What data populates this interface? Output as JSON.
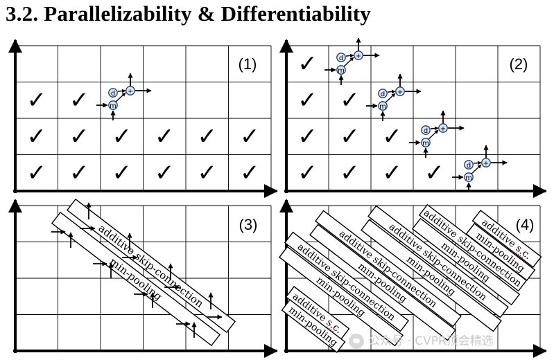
{
  "title": "3.2. Parallelizability & Differentiability",
  "panels": {
    "p1": {
      "label": "(1)"
    },
    "p2": {
      "label": "(2)"
    },
    "p3": {
      "label": "(3)",
      "strip_labels": [
        "additive skip-connection",
        "min-pooling"
      ]
    },
    "p4": {
      "label": "(4)",
      "strip_labels": [
        "additive s.c.",
        "min-pooling",
        "additive skip-connection",
        "min-pooling",
        "additive skip-connection",
        "min-pooling",
        "additive skip-connection",
        "min-pooling",
        "additive skip-connection",
        "min-pooling",
        "additive s.c.",
        "min-pooling"
      ]
    }
  },
  "cell_glyphs": {
    "check": "✓",
    "min_node": "m",
    "dist_node": "d",
    "plus_node": "+"
  },
  "watermark": "公众号 · CVPR顶会精选",
  "colors": {
    "line": "#000000",
    "node_fill": "#dbe6f5",
    "node_stroke": "#1f3a6e",
    "underline": "#cc0000",
    "watermark": "#c9c9c9"
  }
}
